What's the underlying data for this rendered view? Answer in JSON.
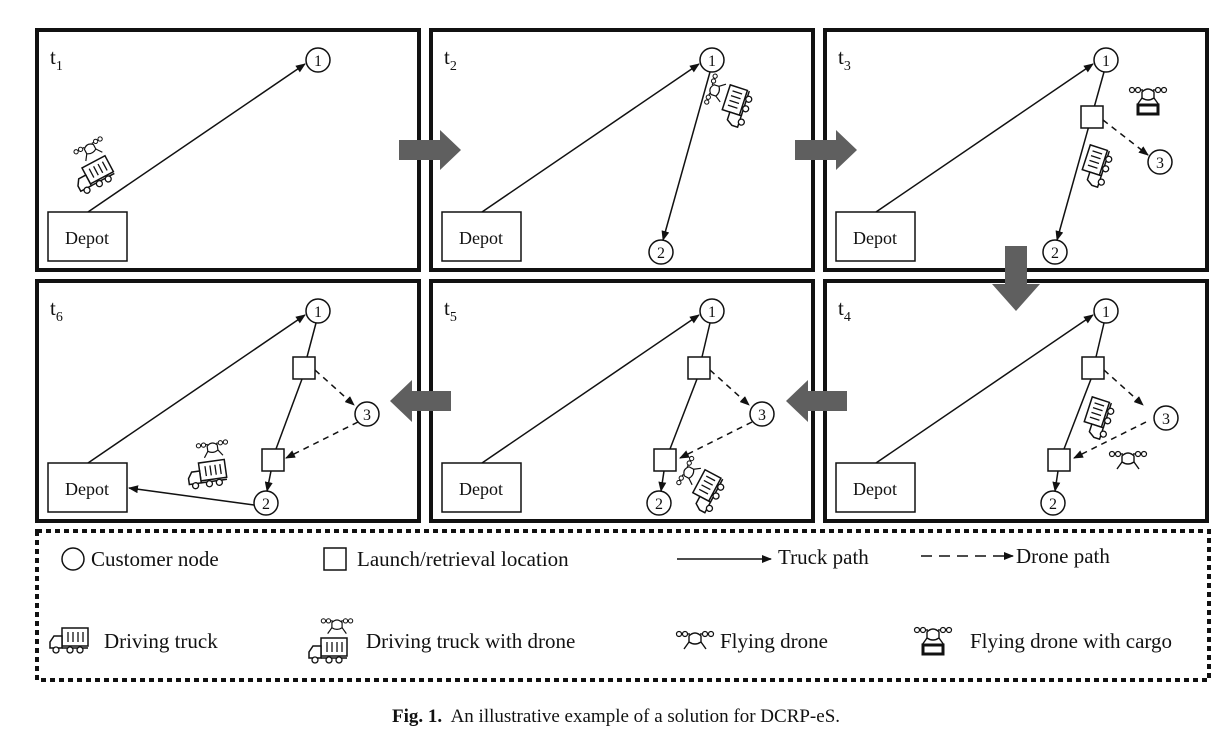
{
  "panels": [
    {
      "id": "t1",
      "label_main": "t",
      "label_sub": "1",
      "depot_label": "Depot",
      "customer_labels": [
        "1"
      ]
    },
    {
      "id": "t2",
      "label_main": "t",
      "label_sub": "2",
      "depot_label": "Depot",
      "customer_labels": [
        "1",
        "2"
      ]
    },
    {
      "id": "t3",
      "label_main": "t",
      "label_sub": "3",
      "depot_label": "Depot",
      "customer_labels": [
        "1",
        "2",
        "3"
      ]
    },
    {
      "id": "t6",
      "label_main": "t",
      "label_sub": "6",
      "depot_label": "Depot",
      "customer_labels": [
        "1",
        "2",
        "3"
      ]
    },
    {
      "id": "t5",
      "label_main": "t",
      "label_sub": "5",
      "depot_label": "Depot",
      "customer_labels": [
        "1",
        "2",
        "3"
      ]
    },
    {
      "id": "t4",
      "label_main": "t",
      "label_sub": "4",
      "depot_label": "Depot",
      "customer_labels": [
        "1",
        "2",
        "3"
      ]
    }
  ],
  "legend": {
    "customer_node": "Customer node",
    "launch_location": "Launch/retrieval location",
    "truck_path": "Truck path",
    "drone_path": "Drone path",
    "driving_truck": "Driving truck",
    "driving_truck_with_drone": "Driving truck with drone",
    "flying_drone": "Flying drone",
    "flying_drone_with_cargo": "Flying drone with cargo"
  },
  "caption": {
    "label": "Fig. 1.",
    "text": "An illustrative example of a solution for DCRP-eS."
  },
  "colors": {
    "arrow": "#5f5f5f",
    "line": "#111111"
  }
}
